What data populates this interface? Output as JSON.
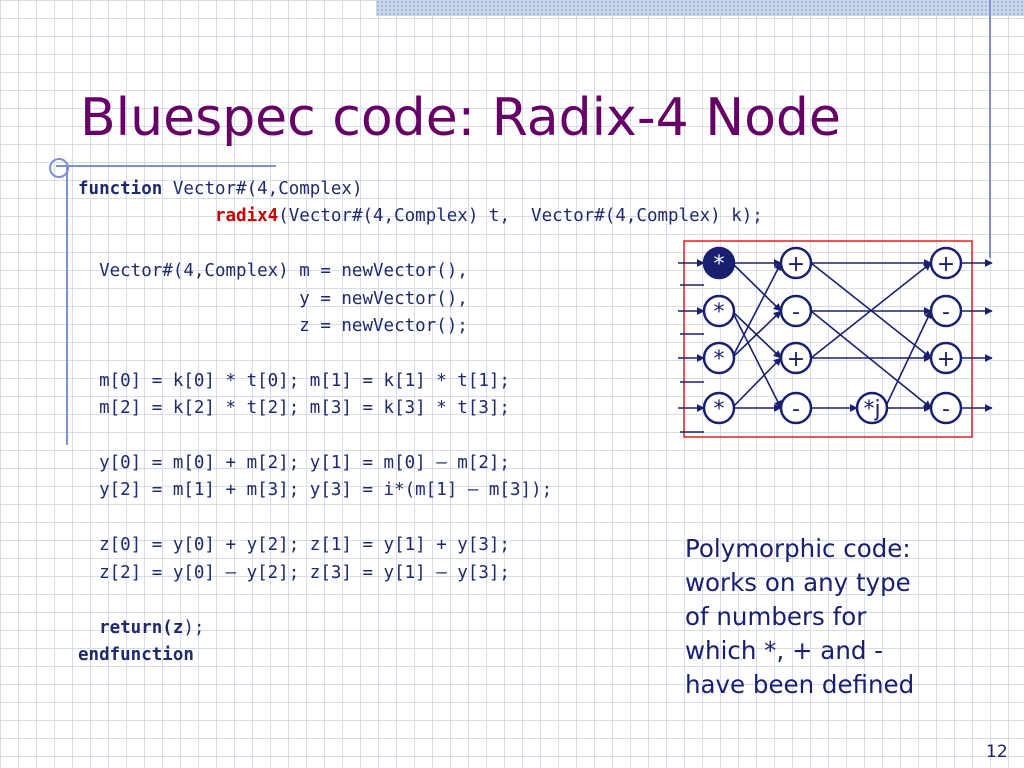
{
  "slide": {
    "title": "Bluespec code: Radix-4 Node",
    "page_number": "12"
  },
  "code": {
    "line1": {
      "keyword": "function",
      "rest": " Vector#(4,Complex)"
    },
    "line2": {
      "indent": "             ",
      "name": "radix4",
      "rest": "(Vector#(4,Complex) t,  Vector#(4,Complex) k);"
    },
    "line3": "  Vector#(4,Complex) m = newVector(),",
    "line4": "                     y = newVector(),",
    "line5": "                     z = newVector();",
    "line6": "  m[0] = k[0] * t[0]; m[1] = k[1] * t[1];",
    "line7": "  m[2] = k[2] * t[2]; m[3] = k[3] * t[3];",
    "line8": "  y[0] = m[0] + m[2]; y[1] = m[0] – m[2];",
    "line9": "  y[2] = m[1] + m[3]; y[3] = i*(m[1] – m[3]);",
    "line10": "  z[0] = y[0] + y[2]; z[1] = y[1] + y[3];",
    "line11": "  z[2] = y[0] – y[2]; z[3] = y[1] – y[3];",
    "line12": {
      "indent": "  ",
      "keyword": "return(z",
      "rest": ");"
    },
    "line13": {
      "keyword": "endfunction"
    }
  },
  "note": {
    "line1": "Polymorphic code:",
    "line2": "works on any type",
    "line3": "of numbers for",
    "line4": "which *, + and -",
    "line5": "have been defined"
  },
  "diagram": {
    "col1_ops": [
      "*",
      "*",
      "*",
      "*"
    ],
    "col2_ops": [
      "+",
      "-",
      "+",
      "-"
    ],
    "mid_op": "*j",
    "col3_ops": [
      "+",
      "-",
      "+",
      "-"
    ],
    "colors": {
      "node": "#1a2070",
      "frame": "#e02020",
      "highlight": "#ffffff"
    }
  }
}
